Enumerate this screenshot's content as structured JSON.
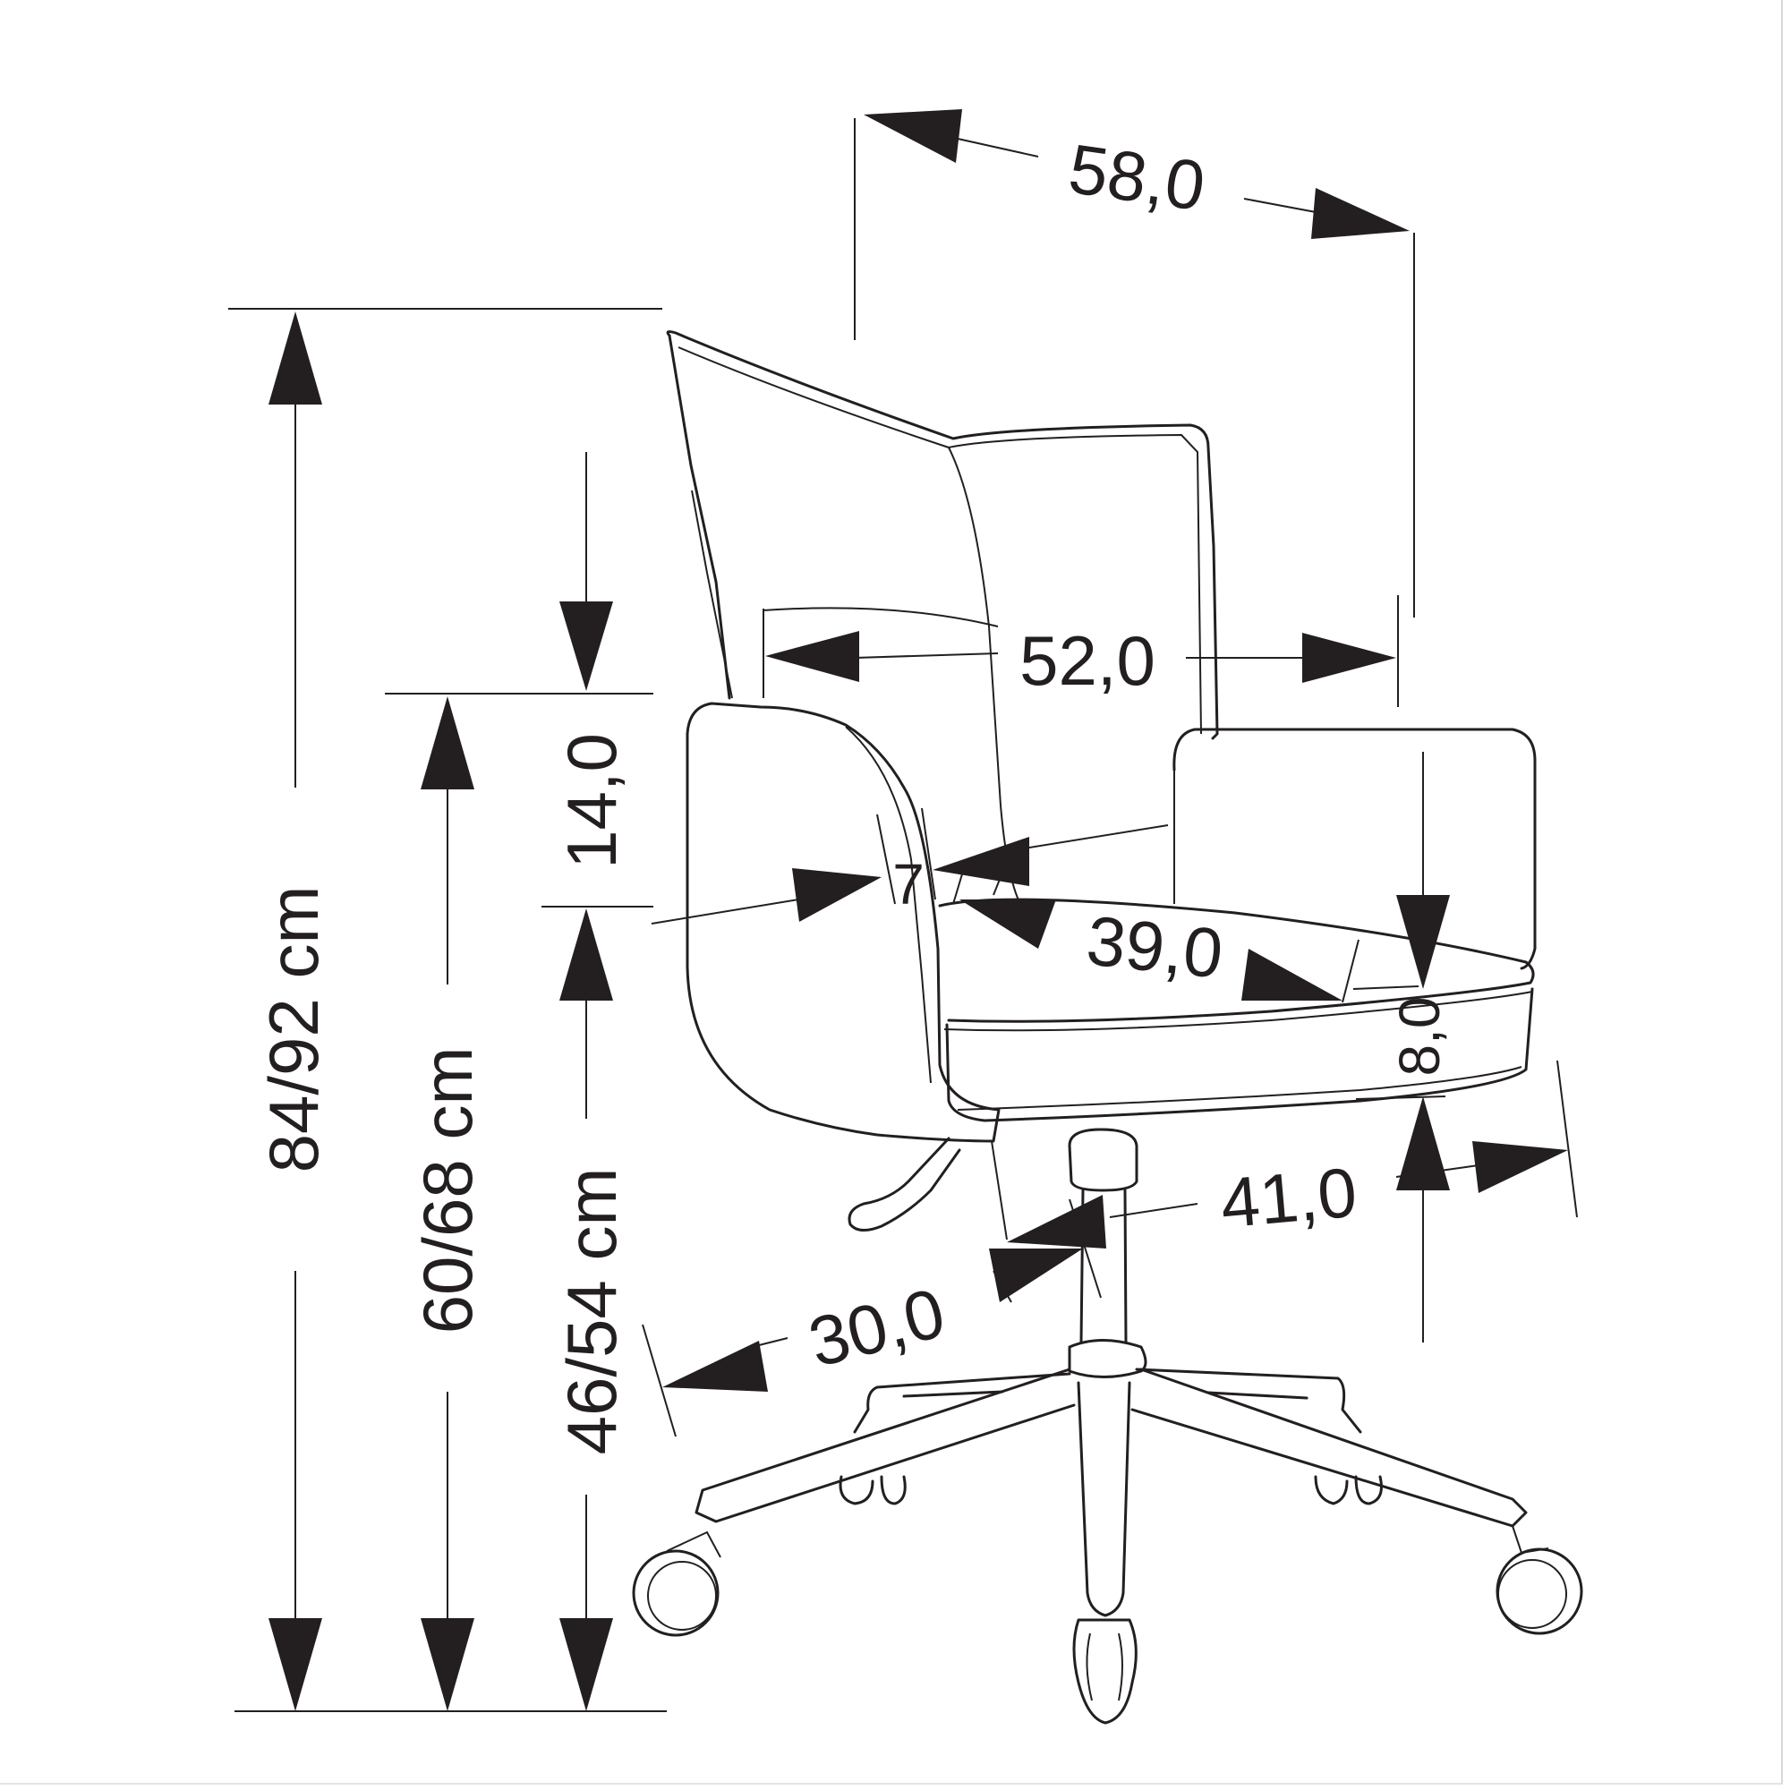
{
  "dimensions": {
    "total_width": "58,0",
    "seat_width": "52,0",
    "armrest_height_above_seat": "14,0",
    "armrest_width": "7",
    "seat_depth": "39,0",
    "seat_thickness": "8,0",
    "seat_depth_bottom": "41,0",
    "base_radius": "30,0",
    "total_height": "84/92 cm",
    "armrest_height": "60/68 cm",
    "seat_height": "46/54 cm"
  },
  "colors": {
    "line": "#231f20",
    "background": "#ffffff"
  }
}
